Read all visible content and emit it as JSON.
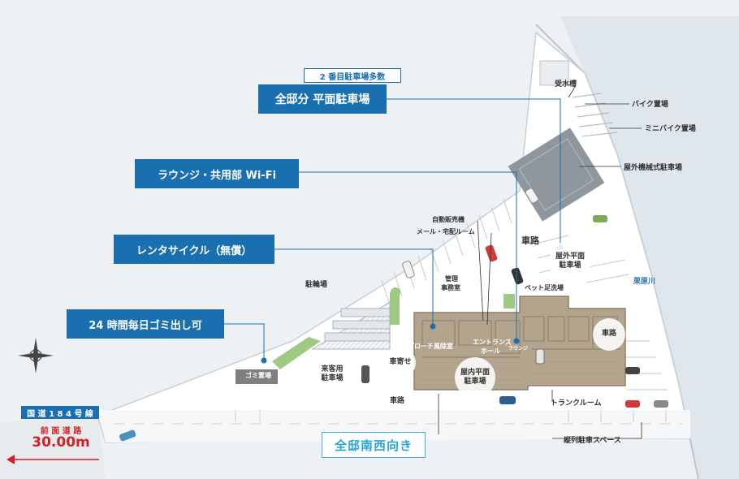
{
  "callouts": {
    "parking_sub": "2 番目駐車場多数",
    "parking_all": "全邸分 平面駐車場",
    "wifi": "ラウンジ・共用部 Wi-Fi",
    "rental_cycle": "レンタサイクル（無償）",
    "garbage": "24 時間毎日ゴミ出し可",
    "south": "全邸南西向き"
  },
  "labels": {
    "water_tank": "受水槽",
    "bike_parking": "バイク置場",
    "mini_bike": "ミニバイク置場",
    "mechanical_parking": "屋外機械式駐車場",
    "vending": "自動販売機",
    "mail_parcel": "メール・宅配ルーム",
    "road_top": "車路",
    "outdoor_parking_1": "屋外平面",
    "outdoor_parking_2": "駐車場",
    "river": "栗原川",
    "bicycle": "駐輪場",
    "management_1": "管理",
    "management_2": "事務室",
    "pet_wash": "ペット足洗場",
    "approach": "アプローチ",
    "wind_room": "風除室",
    "entrance_1": "エントランス",
    "entrance_2": "ホール",
    "lounge": "ラウンジ",
    "road_right": "車路",
    "garbage_room": "ゴミ置場",
    "drop_off": "車寄せ",
    "guest_parking_1": "来客用",
    "guest_parking_2": "駐車場",
    "indoor_parking_1": "屋内平面",
    "indoor_parking_2": "駐車場",
    "road_bottom": "車路",
    "trunk_room": "トランクルーム",
    "tandem_parking": "縦列駐車スペース",
    "route": "国 道 1 8 4 号 線",
    "front_road_1": "前 面 道 路",
    "front_road_2": "30.00m"
  },
  "colors": {
    "accent_blue": "#1a6fb0",
    "light_blue": "#29a5d4",
    "red": "#d42020",
    "building": "#b3a48d"
  },
  "icons": {
    "compass": "compass-rose-icon",
    "arrow": "arrow-left-icon"
  }
}
